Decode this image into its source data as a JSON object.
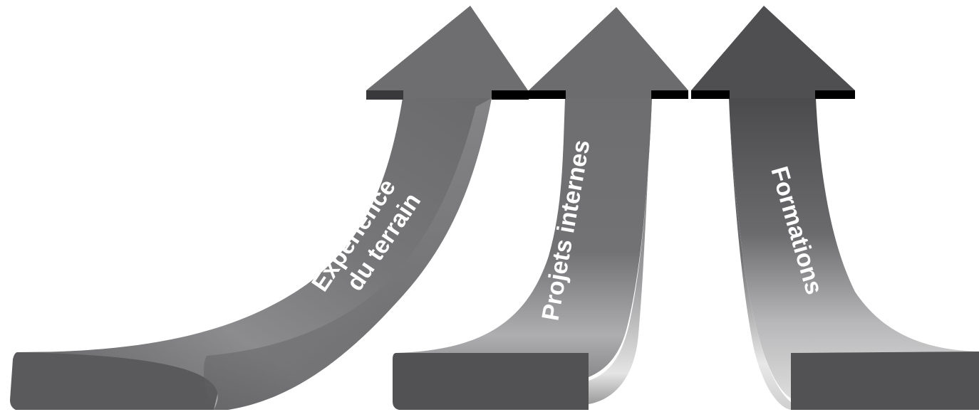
{
  "arrows": [
    {
      "lines": [
        "Expérience",
        "du terrain"
      ]
    },
    {
      "lines": [
        "Projets internes"
      ]
    },
    {
      "lines": [
        "Formations"
      ]
    }
  ],
  "colors": {
    "arrow_dark": "#4a4a4b",
    "arrow_mid": "#6e6e70",
    "arrow_light": "#d6d6d6",
    "base_block": "#525254",
    "bar": "#000000",
    "label": "#ffffff"
  }
}
